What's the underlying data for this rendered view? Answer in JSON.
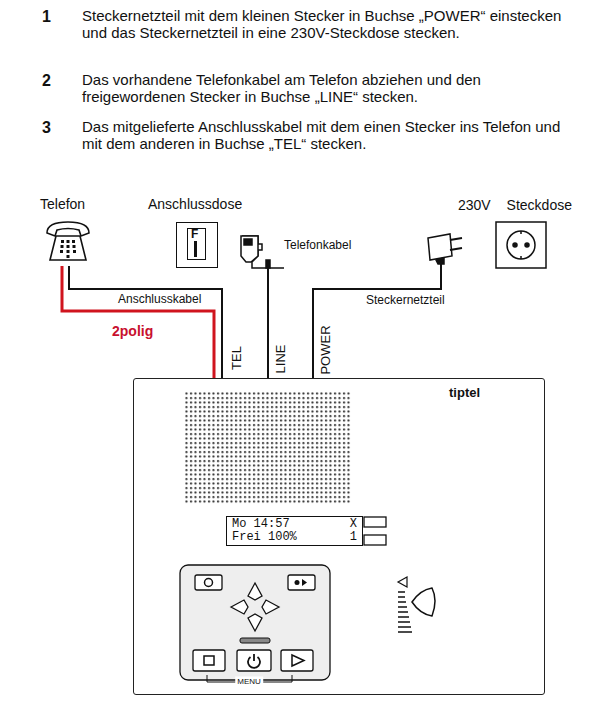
{
  "diagram": {
    "nodes": [
      {
        "text": [
          "Telefon"
        ]
      },
      {
        "text": [
          "Anschlussdose",
          "F"
        ]
      },
      {
        "text": [
          "tiptel"
        ]
      },
      {
        "text": [
          "Mo 14:57",
          "X",
          "Frei 100%",
          "1"
        ],
        "in": 2
      }
    ],
    "edges": [
      {
        "from": 0,
        "to": 2,
        "arrow": "none",
        "label": "Anschlusskabel"
      }
    ],
    "labels": [
      "1",
      "Steckernetzteil mit dem kleinen Stecker in Buchse „POWER“ einstecken und das Steckernetzteil in eine 230V-Steckdose stecken.",
      "2",
      "Das vorhandene Telefonkabel am Telefon abziehen und den freigewordenen Stecker in Buchse „LINE“ stecken.",
      "3",
      "Das mitgelieferte Anschlusskabel mit dem einen Stecker ins Telefon und mit dem anderen in Buchse „TEL“ stecken.",
      "Telefonkabel",
      "230V Steckdose",
      "Steckernetzteil",
      "2polig",
      "TEL",
      "LINE",
      "POWER",
      "MENU"
    ]
  }
}
